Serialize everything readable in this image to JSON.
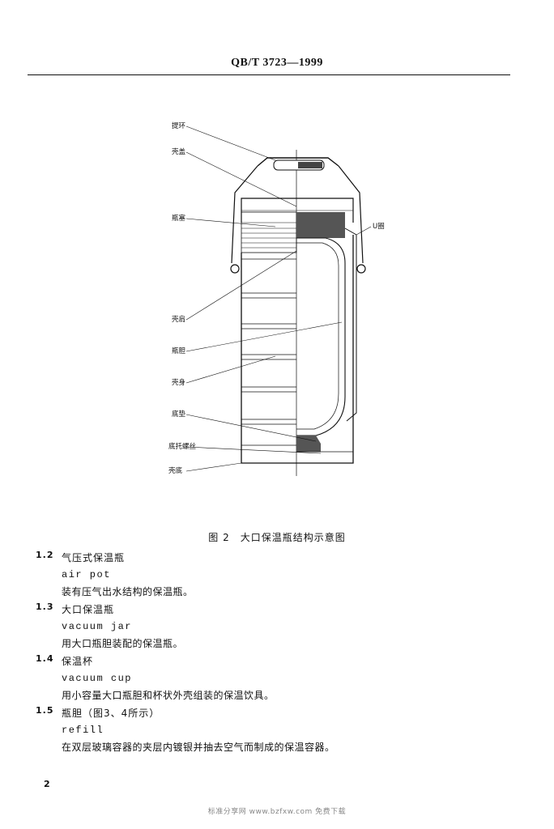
{
  "header": {
    "standard_no": "QB/T 3723—1999"
  },
  "figure": {
    "labels": {
      "handle": "提环",
      "lid": "壳盖",
      "stopper": "瓶塞",
      "u_ring": "U圈",
      "shell_mouth": "壳肩",
      "refill": "瓶胆",
      "shell_body": "壳身",
      "pad": "底垫",
      "bottom_nut": "底托螺丝",
      "base": "壳底"
    },
    "caption": "图 2　大口保温瓶结构示意图"
  },
  "entries": [
    {
      "num": "1.2",
      "term": "气压式保温瓶",
      "en": "air pot",
      "def": "装有压气出水结构的保温瓶。"
    },
    {
      "num": "1.3",
      "term": "大口保温瓶",
      "en": "vacuum jar",
      "def": "用大口瓶胆装配的保温瓶。"
    },
    {
      "num": "1.4",
      "term": "保温杯",
      "en": "vacuum cup",
      "def": "用小容量大口瓶胆和杯状外壳组装的保温饮具。"
    },
    {
      "num": "1.5",
      "term": "瓶胆（图3、4所示）",
      "en": "refill",
      "def": "在双层玻璃容器的夹层内镀银并抽去空气而制成的保温容器。"
    }
  ],
  "page_number": "2",
  "footer": "标准分享网 www.bzfxw.com 免费下载"
}
